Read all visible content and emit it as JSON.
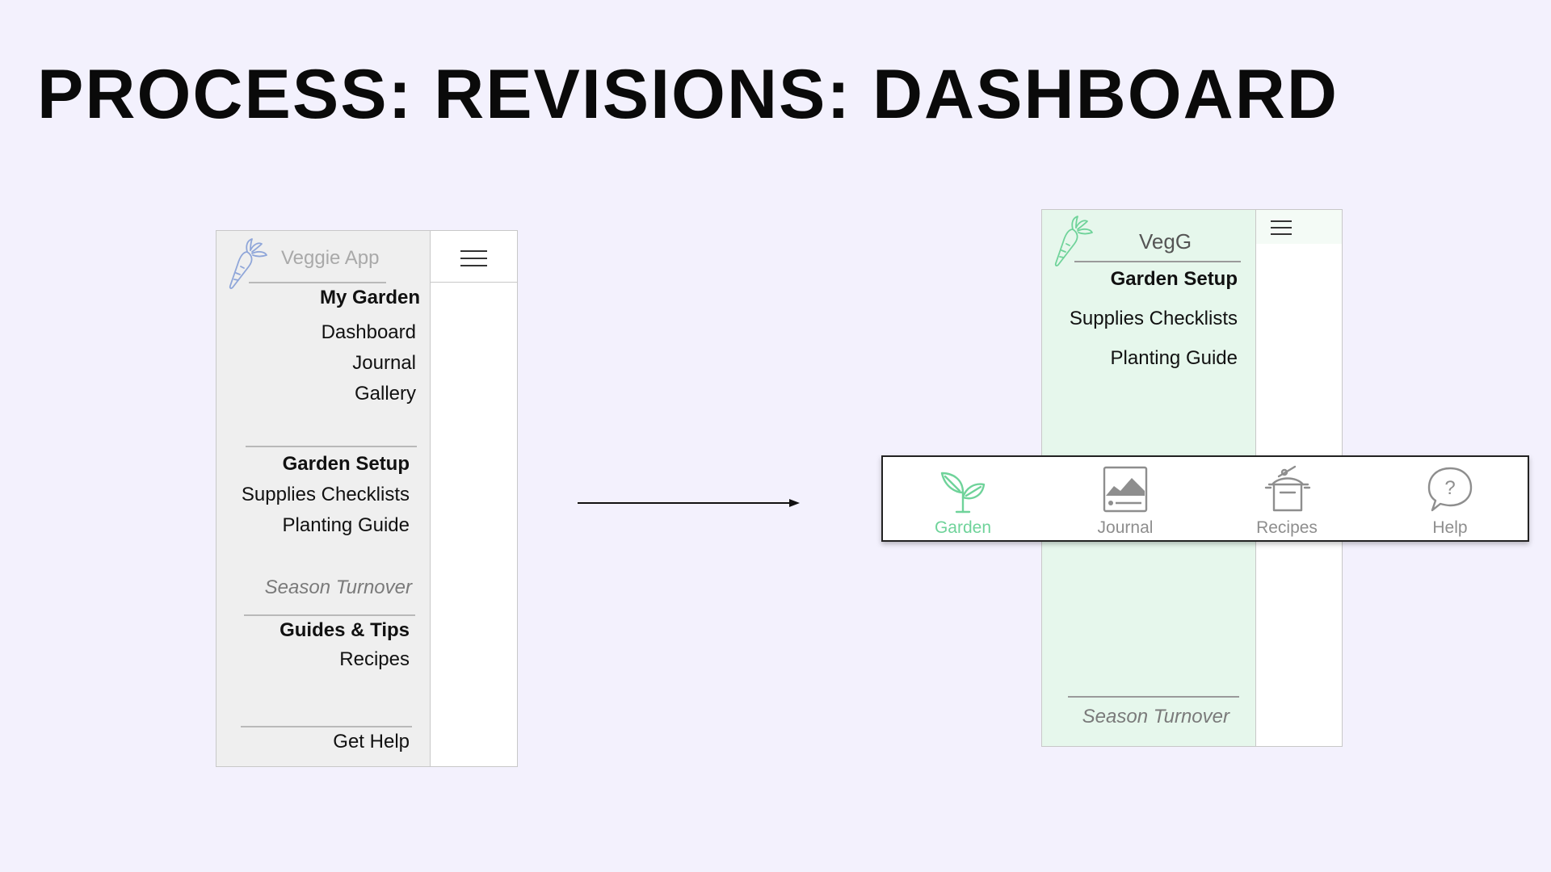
{
  "page": {
    "title": "PROCESS: REVISIONS: DASHBOARD"
  },
  "old_menu": {
    "app_name": "Veggie App",
    "sections": {
      "my_garden": {
        "heading": "My Garden",
        "items": [
          "Dashboard",
          "Journal",
          "Gallery"
        ]
      },
      "garden_setup": {
        "heading": "Garden Setup",
        "items": [
          "Supplies Checklists",
          "Planting Guide"
        ]
      },
      "season": "Season Turnover",
      "guides": {
        "heading": "Guides & Tips",
        "items": [
          "Recipes"
        ]
      },
      "help": "Get Help"
    }
  },
  "new_menu": {
    "app_name": "VegG",
    "garden_setup": {
      "heading": "Garden Setup",
      "items": [
        "Supplies Checklists",
        "Planting Guide"
      ]
    },
    "season": "Season Turnover",
    "tabs": [
      {
        "label": "Garden",
        "icon": "sprout-icon",
        "active": true
      },
      {
        "label": "Journal",
        "icon": "image-icon",
        "active": false
      },
      {
        "label": "Recipes",
        "icon": "cooking-pot-icon",
        "active": false
      },
      {
        "label": "Help",
        "icon": "help-bubble-icon",
        "active": false
      }
    ]
  },
  "colors": {
    "background": "#f3f1fd",
    "old_panel": "#efefef",
    "new_panel": "#e6f7ec",
    "accent_green": "#6fd39a",
    "carrot_blue": "#8fa6d9",
    "carrot_green": "#6fd39a"
  }
}
